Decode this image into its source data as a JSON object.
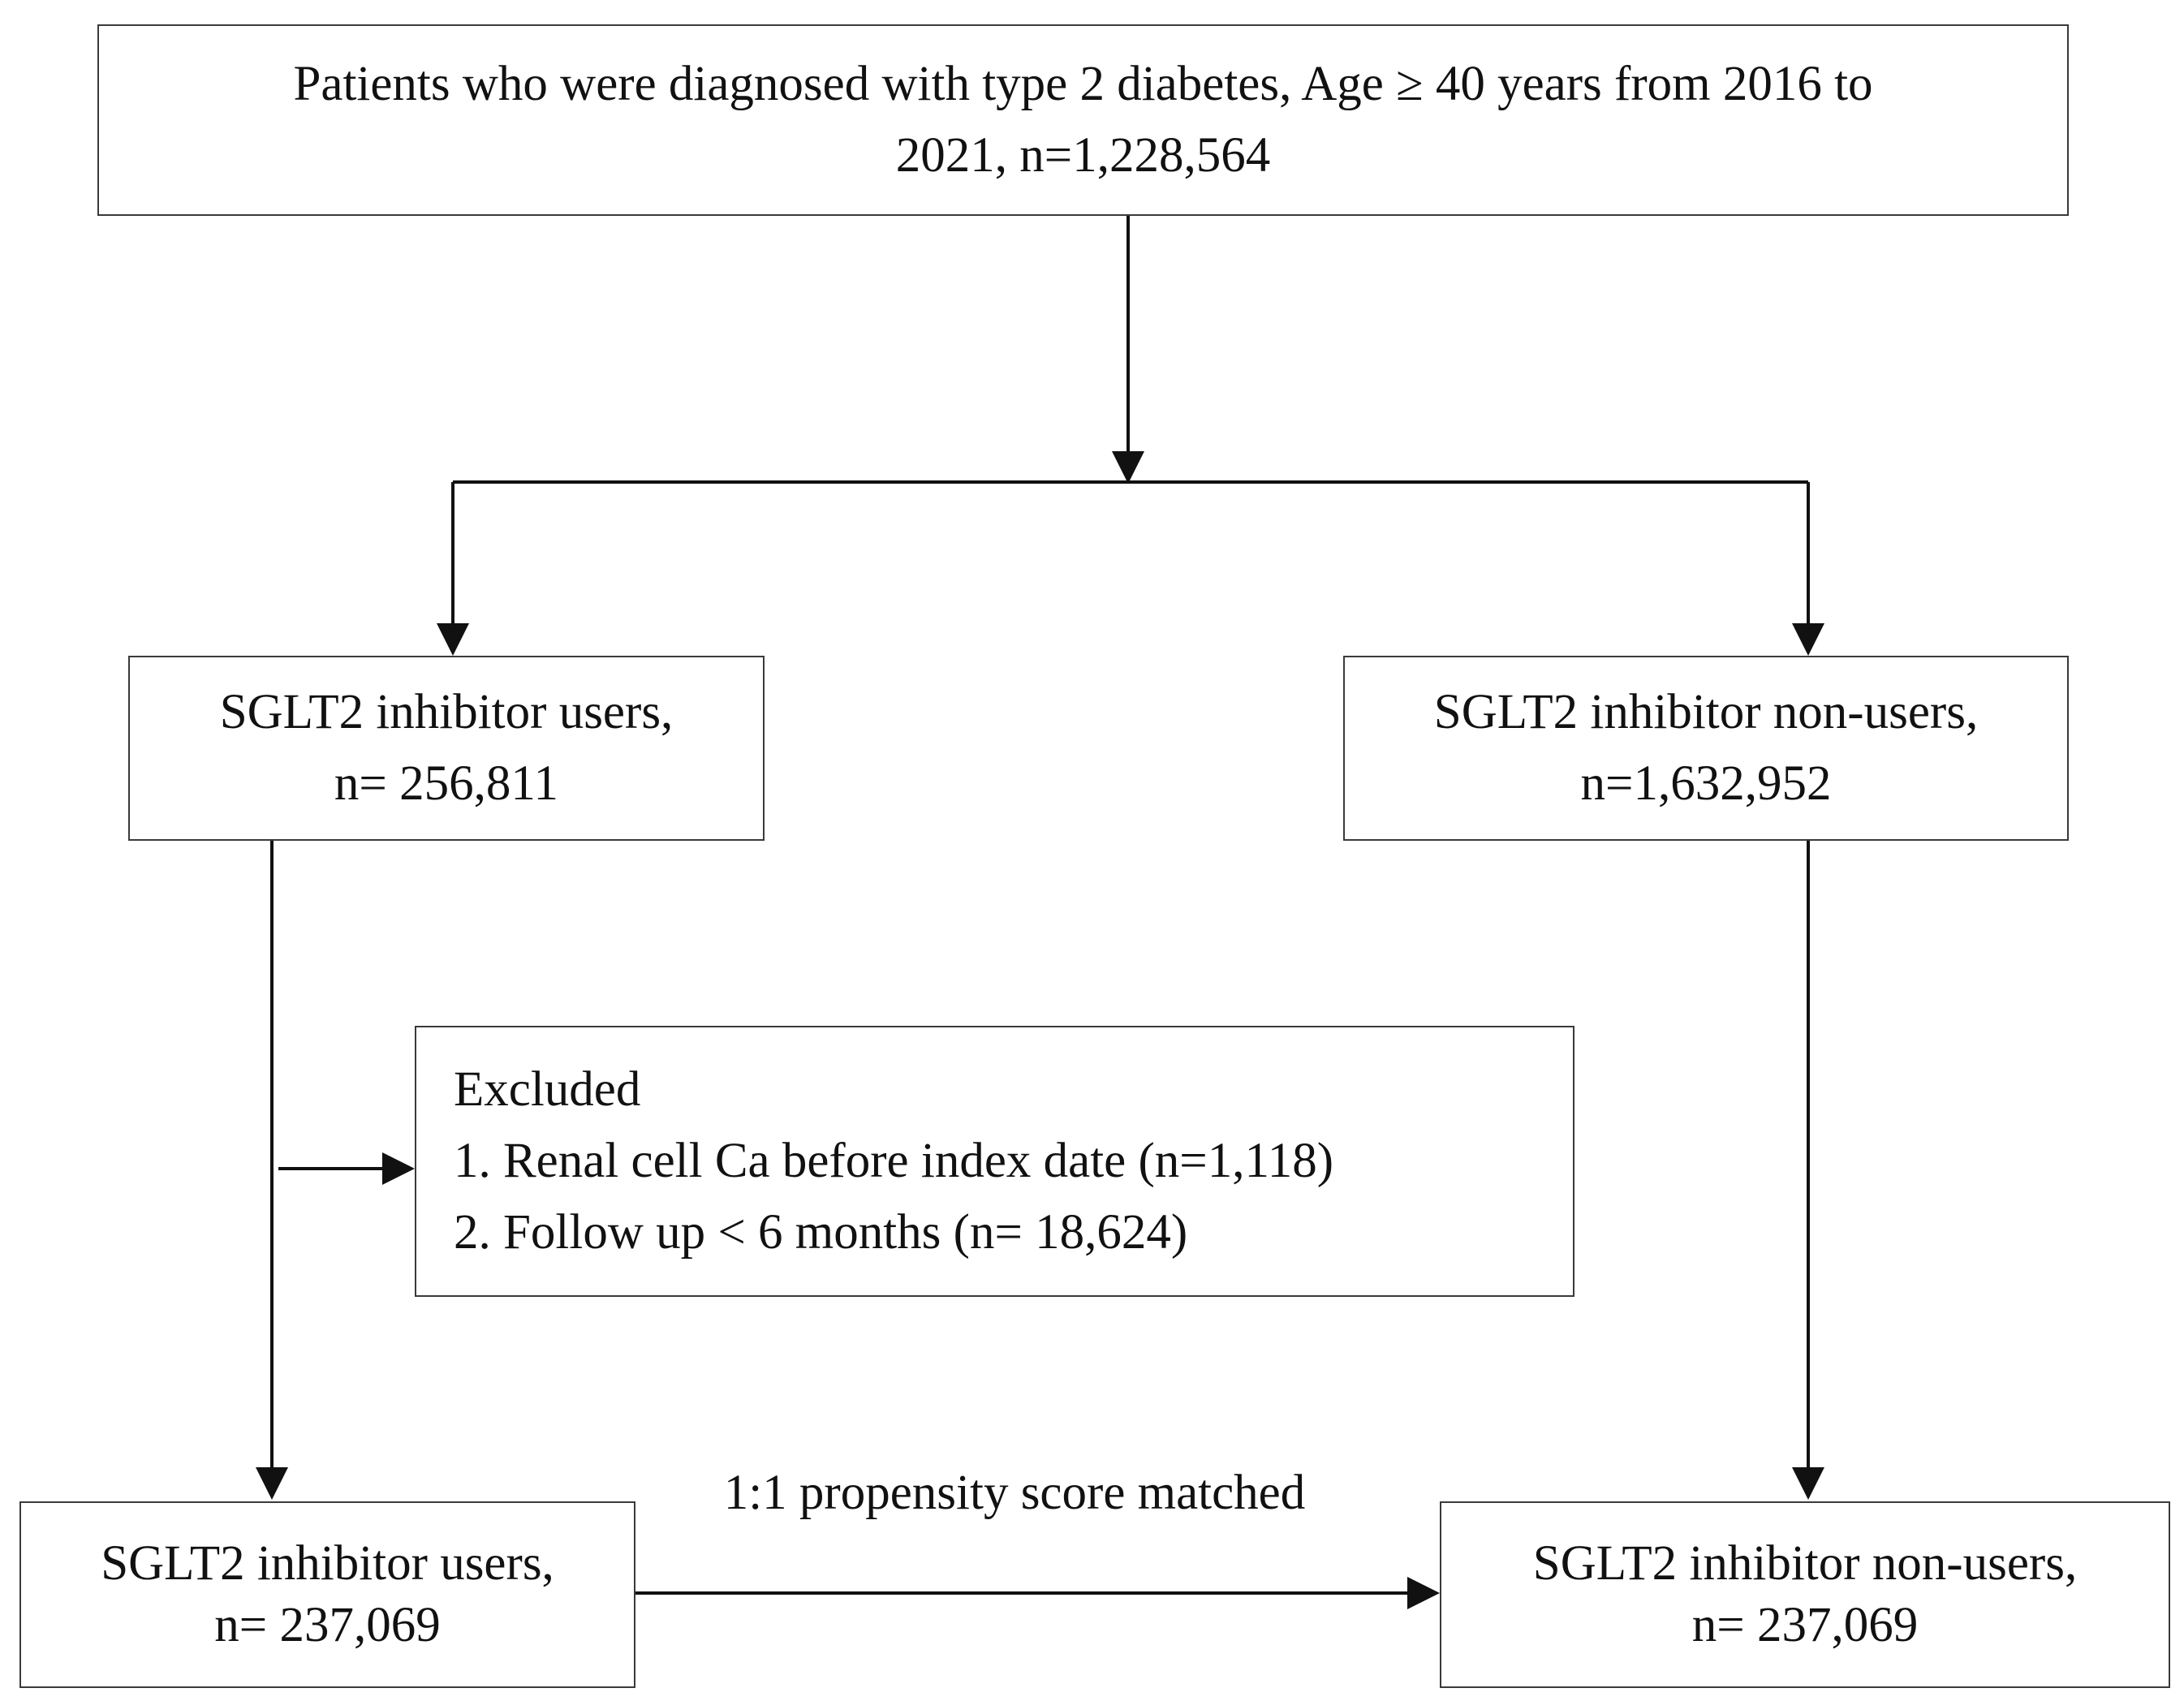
{
  "top_box": {
    "line1": "Patients who were diagnosed with type 2 diabetes, Age ≥ 40 years from 2016 to",
    "line2": "2021, n=1,228,564"
  },
  "users_box": {
    "line1": "SGLT2 inhibitor users,",
    "line2": "n= 256,811"
  },
  "nonusers_box": {
    "line1": "SGLT2 inhibitor non-users,",
    "line2": "n=1,632,952"
  },
  "excluded_box": {
    "title": "Excluded",
    "items": [
      "1. Renal cell Ca before index date (n=1,118)",
      "2. Follow up < 6 months (n= 18,624)"
    ]
  },
  "matching_label": "1:1 propensity score matched",
  "matched_users_box": {
    "line1": "SGLT2 inhibitor users,",
    "line2": "n= 237,069"
  },
  "matched_nonusers_box": {
    "line1": "SGLT2 inhibitor non-users,",
    "line2": "n= 237,069"
  }
}
